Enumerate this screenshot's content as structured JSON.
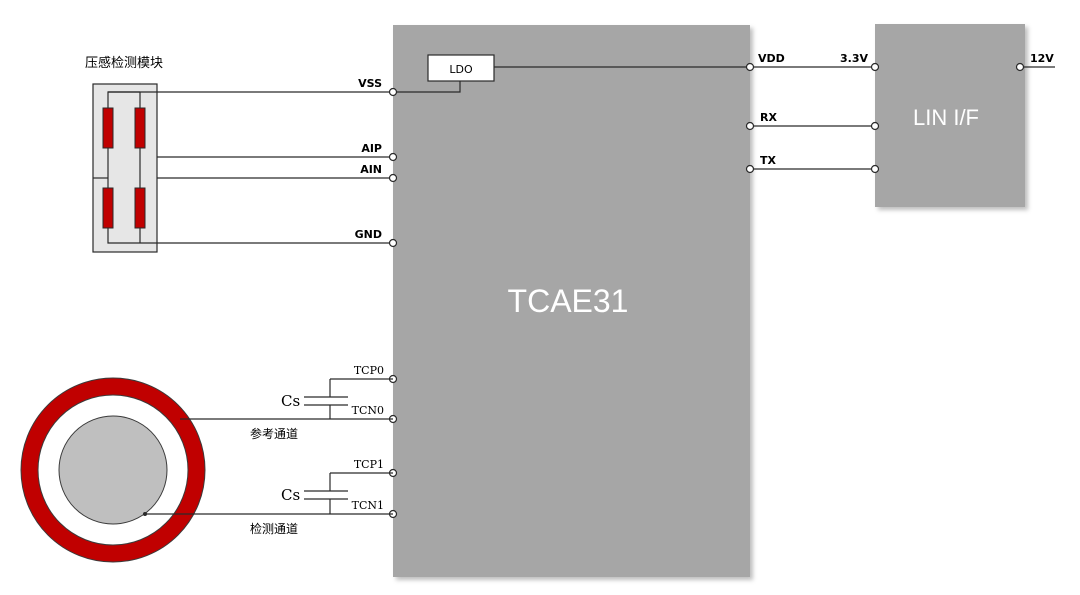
{
  "main_chip": {
    "name": "TCAE31"
  },
  "ldo": {
    "label": "LDO"
  },
  "lin": {
    "label": "LIN I/F"
  },
  "pressure_module": {
    "label": "压感检测模块"
  },
  "pins_left": {
    "vss": "VSS",
    "aip": "AIP",
    "ain": "AIN",
    "gnd": "GND",
    "tcp0": "TCP0",
    "tcn0": "TCN0",
    "tcp1": "TCP1",
    "tcn1": "TCN1"
  },
  "pins_right": {
    "vdd": "VDD",
    "rx": "RX",
    "tx": "TX"
  },
  "voltages": {
    "v33": "3.3V",
    "v12": "12V"
  },
  "capacitors": {
    "cs_top": "Cs",
    "cs_bottom": "Cs"
  },
  "channels": {
    "reference": "参考通道",
    "detect": "检测通道"
  },
  "colors": {
    "chip_fill": "#a6a6a6",
    "lin_fill": "#a6a6a6",
    "resistor_red": "#c00000",
    "ring_red": "#c00000",
    "sensor_gray": "#bfbfbf"
  }
}
